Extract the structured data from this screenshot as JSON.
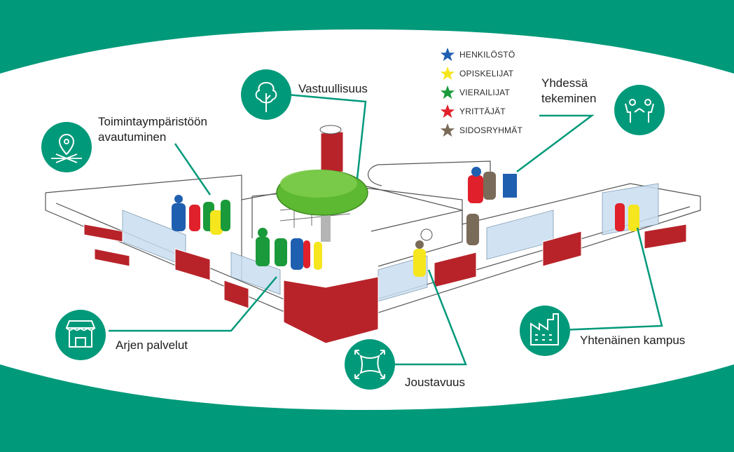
{
  "colors": {
    "brand_green": "#00997a",
    "brick_red": "#b8232a",
    "glass_blue": "#c9dff0",
    "tree_green": "#5db832"
  },
  "legend": [
    {
      "label": "HENKILÖSTÖ",
      "color": "#1f5fb0"
    },
    {
      "label": "OPISKELIJAT",
      "color": "#f5e61e"
    },
    {
      "label": "VIERAILIJAT",
      "color": "#1a9a3a"
    },
    {
      "label": "YRITTÄJÄT",
      "color": "#e0202a"
    },
    {
      "label": "SIDOSRYHMÄT",
      "color": "#7a6a58"
    }
  ],
  "themes": {
    "toimintaymparisto": {
      "line1": "Toimintaympäristöön",
      "line2": "avautuminen",
      "icon": "location-pin-icon"
    },
    "vastuullisuus": {
      "label": "Vastuullisuus",
      "icon": "tree-icon"
    },
    "yhdessa": {
      "line1": "Yhdessä",
      "line2": "tekeminen",
      "icon": "people-icon"
    },
    "arjen": {
      "label": "Arjen palvelut",
      "icon": "shop-icon"
    },
    "joustavuus": {
      "label": "Joustavuus",
      "icon": "flexible-shape-icon"
    },
    "kampus": {
      "label": "Yhtenäinen kampus",
      "icon": "factory-icon"
    }
  }
}
